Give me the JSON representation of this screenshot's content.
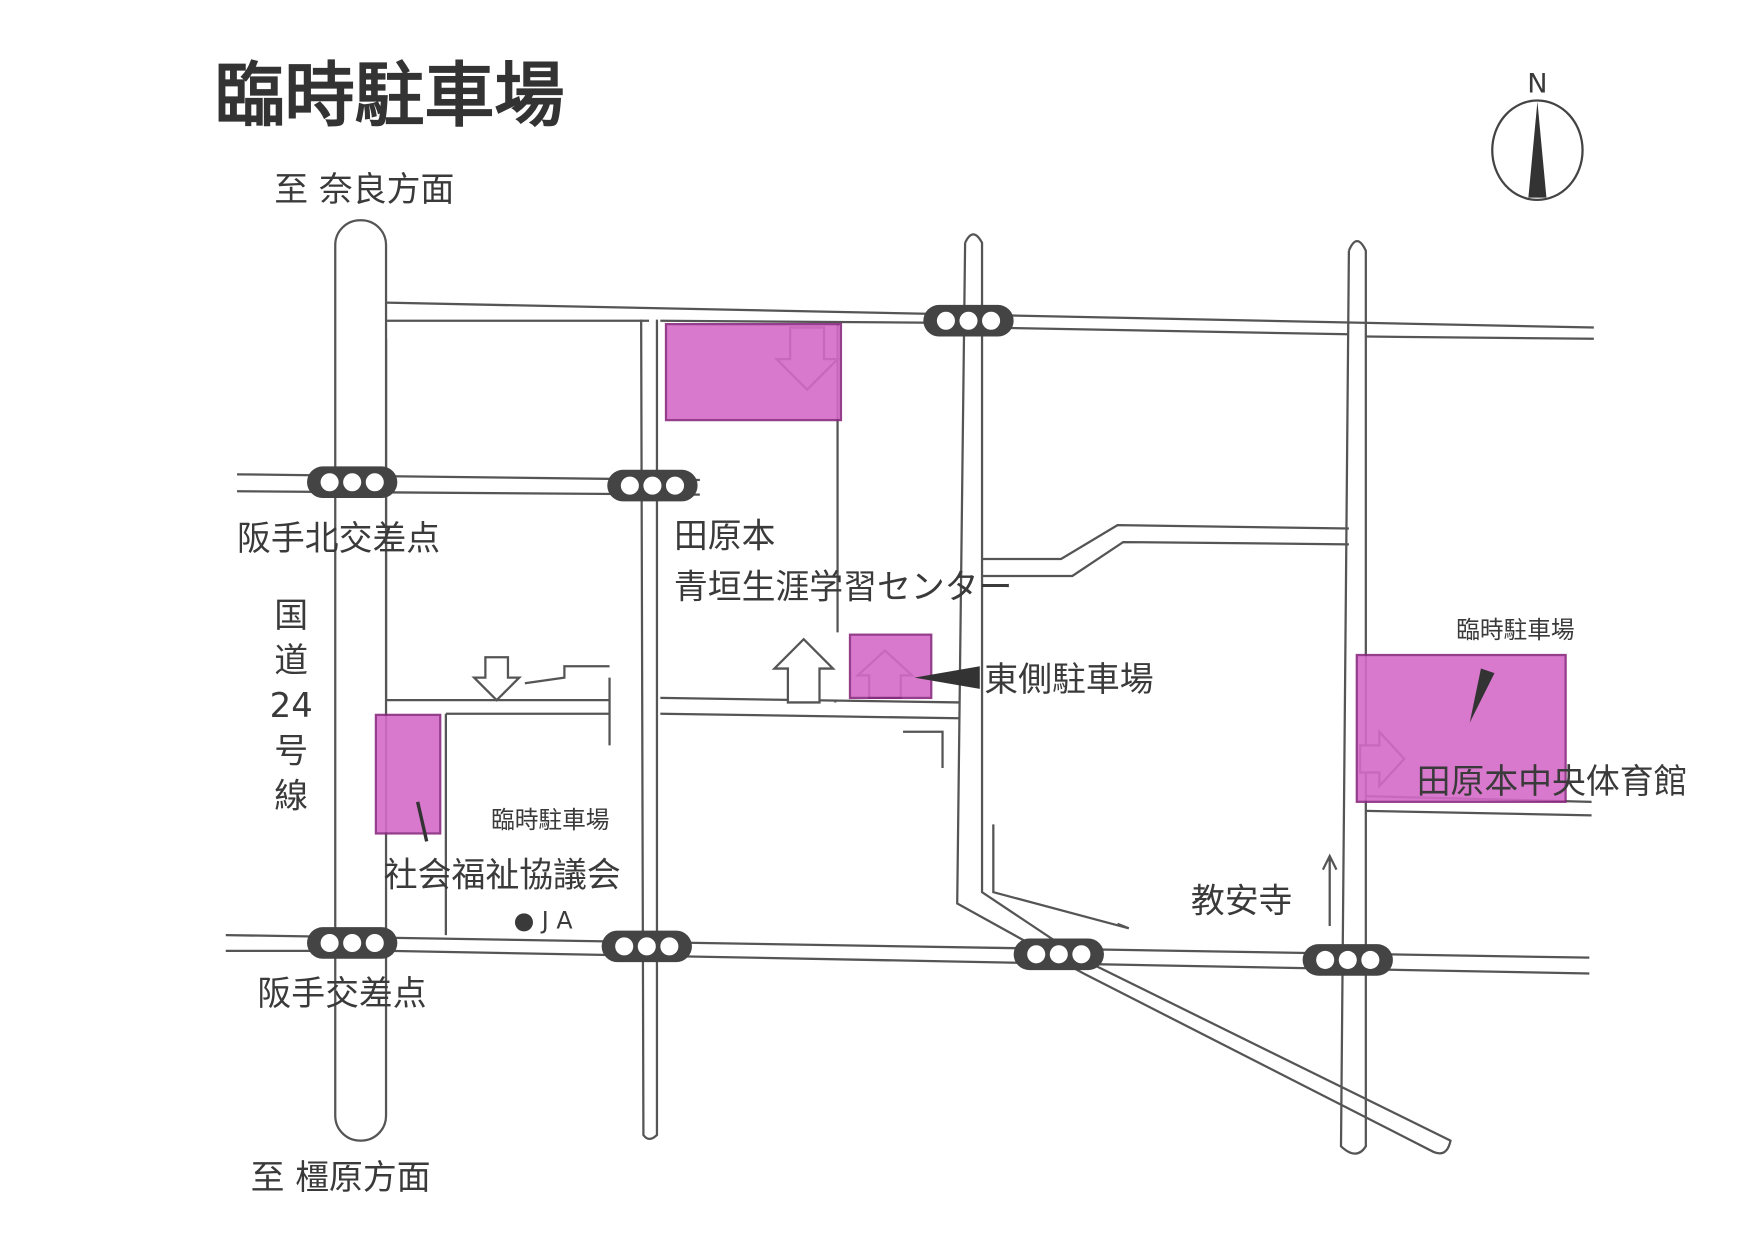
{
  "title": "臨時駐車場",
  "compass": {
    "label": "N"
  },
  "directions": {
    "north": "至 奈良方面",
    "south": "至 橿原方面"
  },
  "route": {
    "chars": [
      "国",
      "道",
      "24",
      "号",
      "線"
    ]
  },
  "intersections": {
    "north": "阪手北交差点",
    "south": "阪手交差点"
  },
  "facilities": {
    "center_line1": "田原本",
    "center_line2": "青垣生涯学習センター",
    "east_lot": "東側駐車場",
    "gym_temp": "臨時駐車場",
    "gym": "田原本中央体育館",
    "welfare_temp": "臨時駐車場",
    "welfare": "社会福祉協議会",
    "ja": "● J A",
    "temple": "教安寺"
  },
  "colors": {
    "parking": "#d46bc8",
    "signal": "#444444"
  }
}
